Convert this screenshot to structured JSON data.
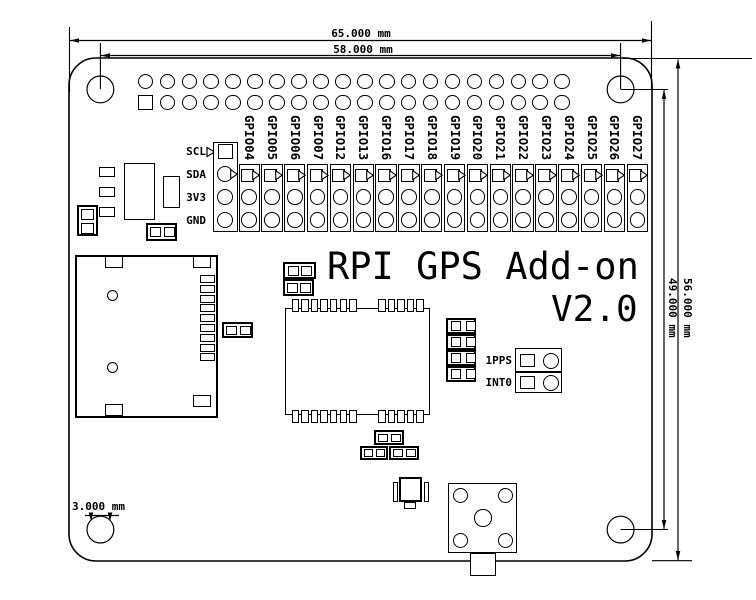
{
  "title": {
    "line1": "RPI GPS Add-on",
    "line2": "V2.0"
  },
  "dimensions": {
    "board_width": "65.000 mm",
    "hole_span_x": "58.000 mm",
    "board_height": "56.000 mm",
    "hole_span_y": "49.000 mm",
    "hole_diameter": "3.000 mm"
  },
  "pin_labels": [
    "SCL",
    "SDA",
    "3V3",
    "GND"
  ],
  "gpio_labels": [
    "GPIO04",
    "GPIO05",
    "GPIO06",
    "GPIO07",
    "GPIO12",
    "GPIO13",
    "GPIO16",
    "GPIO17",
    "GPIO18",
    "GPIO19",
    "GPIO20",
    "GPIO21",
    "GPIO22",
    "GPIO23",
    "GPIO24",
    "GPIO25",
    "GPIO26",
    "GPIO27"
  ],
  "signals": {
    "pps": "1PPS",
    "int0": "INT0"
  },
  "colors": {
    "line": "#000000",
    "background": "#ffffff"
  }
}
